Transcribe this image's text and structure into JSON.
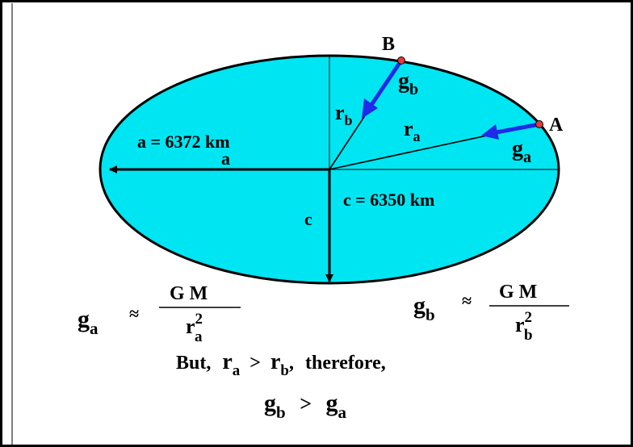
{
  "colors": {
    "fill": "#00E5F2",
    "outline": "#000000",
    "arrow": "#1E2BE8",
    "point": "#E23A3A",
    "background": "#FFFFFF"
  },
  "points": {
    "b_label": "B",
    "a_label": "A"
  },
  "vectors": {
    "g_b": {
      "base": "g",
      "sub": "b"
    },
    "g_a": {
      "base": "g",
      "sub": "a"
    },
    "r_b": {
      "base": "r",
      "sub": "b"
    },
    "r_a": {
      "base": "r",
      "sub": "a"
    }
  },
  "axes": {
    "a_value": "a = 6372 km",
    "a_label": "a",
    "c_value": "c = 6350 km",
    "c_label": "c"
  },
  "formulas": {
    "ga": {
      "lhs_base": "g",
      "lhs_sub": "a",
      "approx": "≈",
      "numerator": "G M",
      "den_base": "r",
      "den_sup": "2",
      "den_sub": "a"
    },
    "gb": {
      "lhs_base": "g",
      "lhs_sub": "b",
      "approx": "≈",
      "numerator": "G M",
      "den_base": "r",
      "den_sup": "2",
      "den_sub": "b"
    }
  },
  "conclusion": {
    "but": "But,",
    "ra_base": "r",
    "ra_sub": "a",
    "gt": ">",
    "rb_base": "r",
    "rb_sub": "b",
    "comma": ",",
    "therefore": "therefore,",
    "gb_base": "g",
    "gb_sub": "b",
    "gt2": ">",
    "ga_base": "g",
    "ga_sub": "a"
  }
}
